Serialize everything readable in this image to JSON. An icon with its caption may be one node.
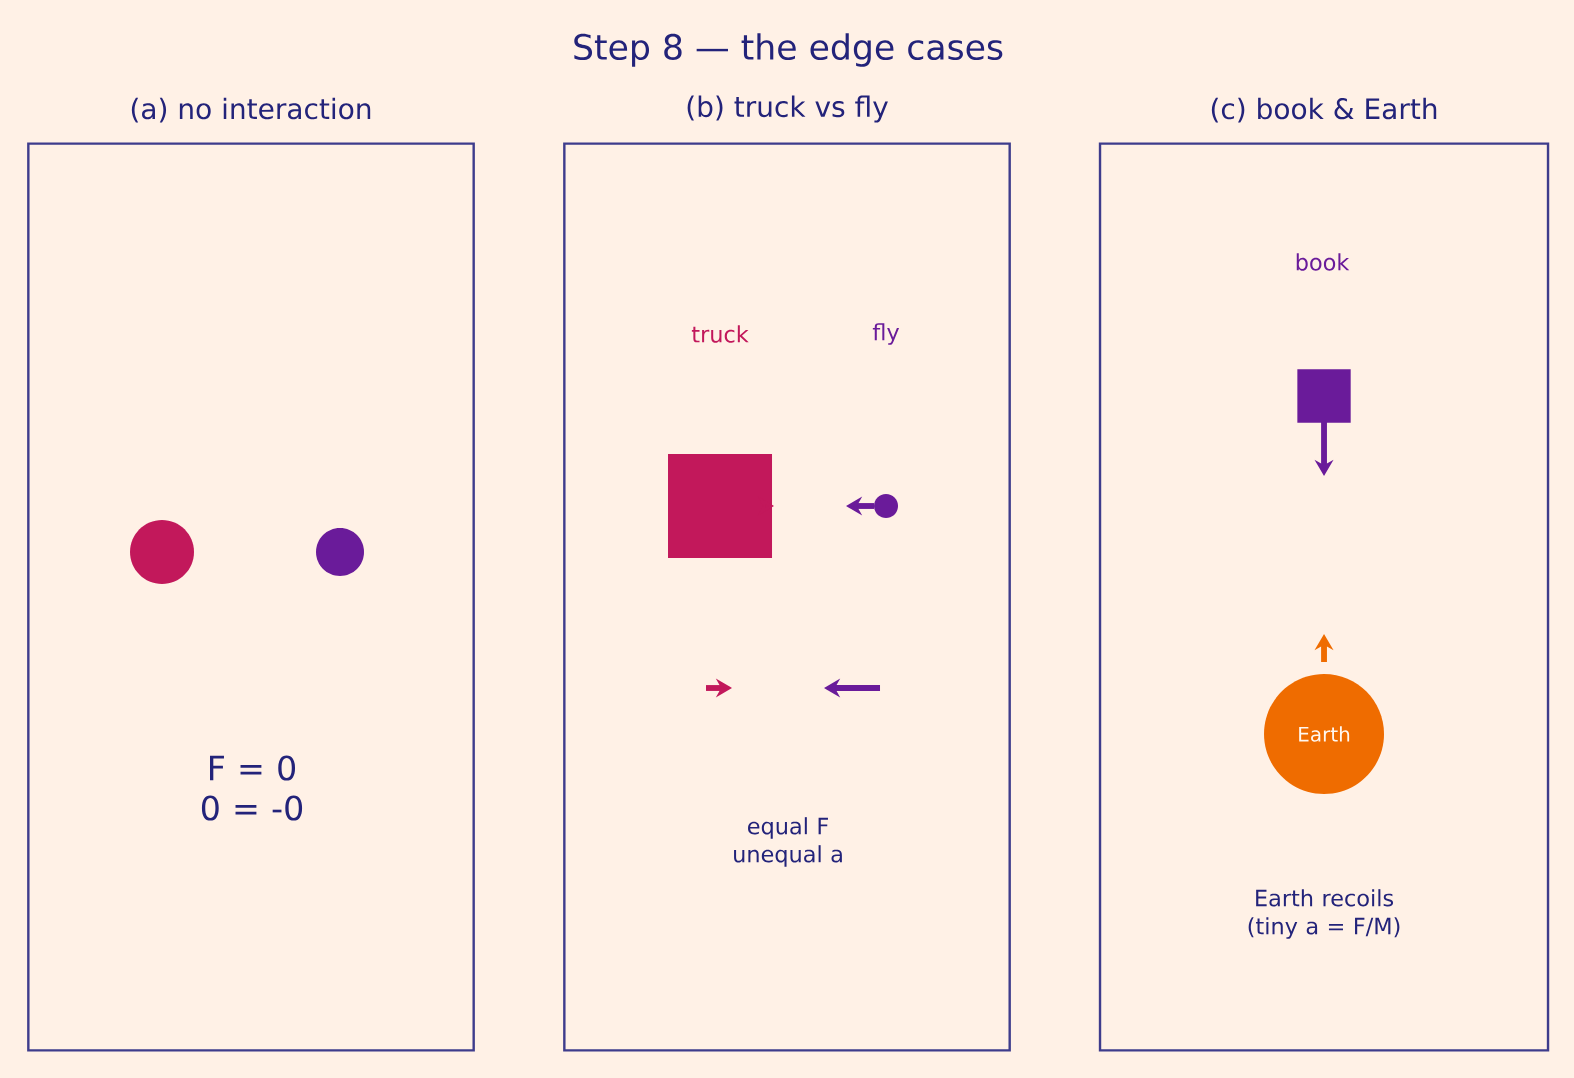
{
  "diagram": {
    "title": "Step 8 — the edge cases",
    "nodes": [
      {
        "text": [
          "(a) no interaction",
          "F = 0 0 = -0"
        ]
      },
      {
        "text": [],
        "shape": "circle",
        "in": 0
      },
      {
        "text": [],
        "shape": "circle",
        "in": 0
      },
      {
        "text": [
          "(b) truck vs fly",
          "equal F unequal a"
        ]
      },
      {
        "text": [],
        "shape": "box",
        "in": 3
      },
      {
        "text": [],
        "shape": "circle",
        "in": 3
      },
      {
        "text": [
          "(c) book & Earth",
          "Earth recoils (tiny a = F/M)"
        ]
      },
      {
        "text": [],
        "shape": "box",
        "in": 6
      },
      {
        "text": [
          "Earth"
        ],
        "in": 6
      }
    ],
    "labels": [
      "book",
      "truck",
      "fly"
    ]
  }
}
